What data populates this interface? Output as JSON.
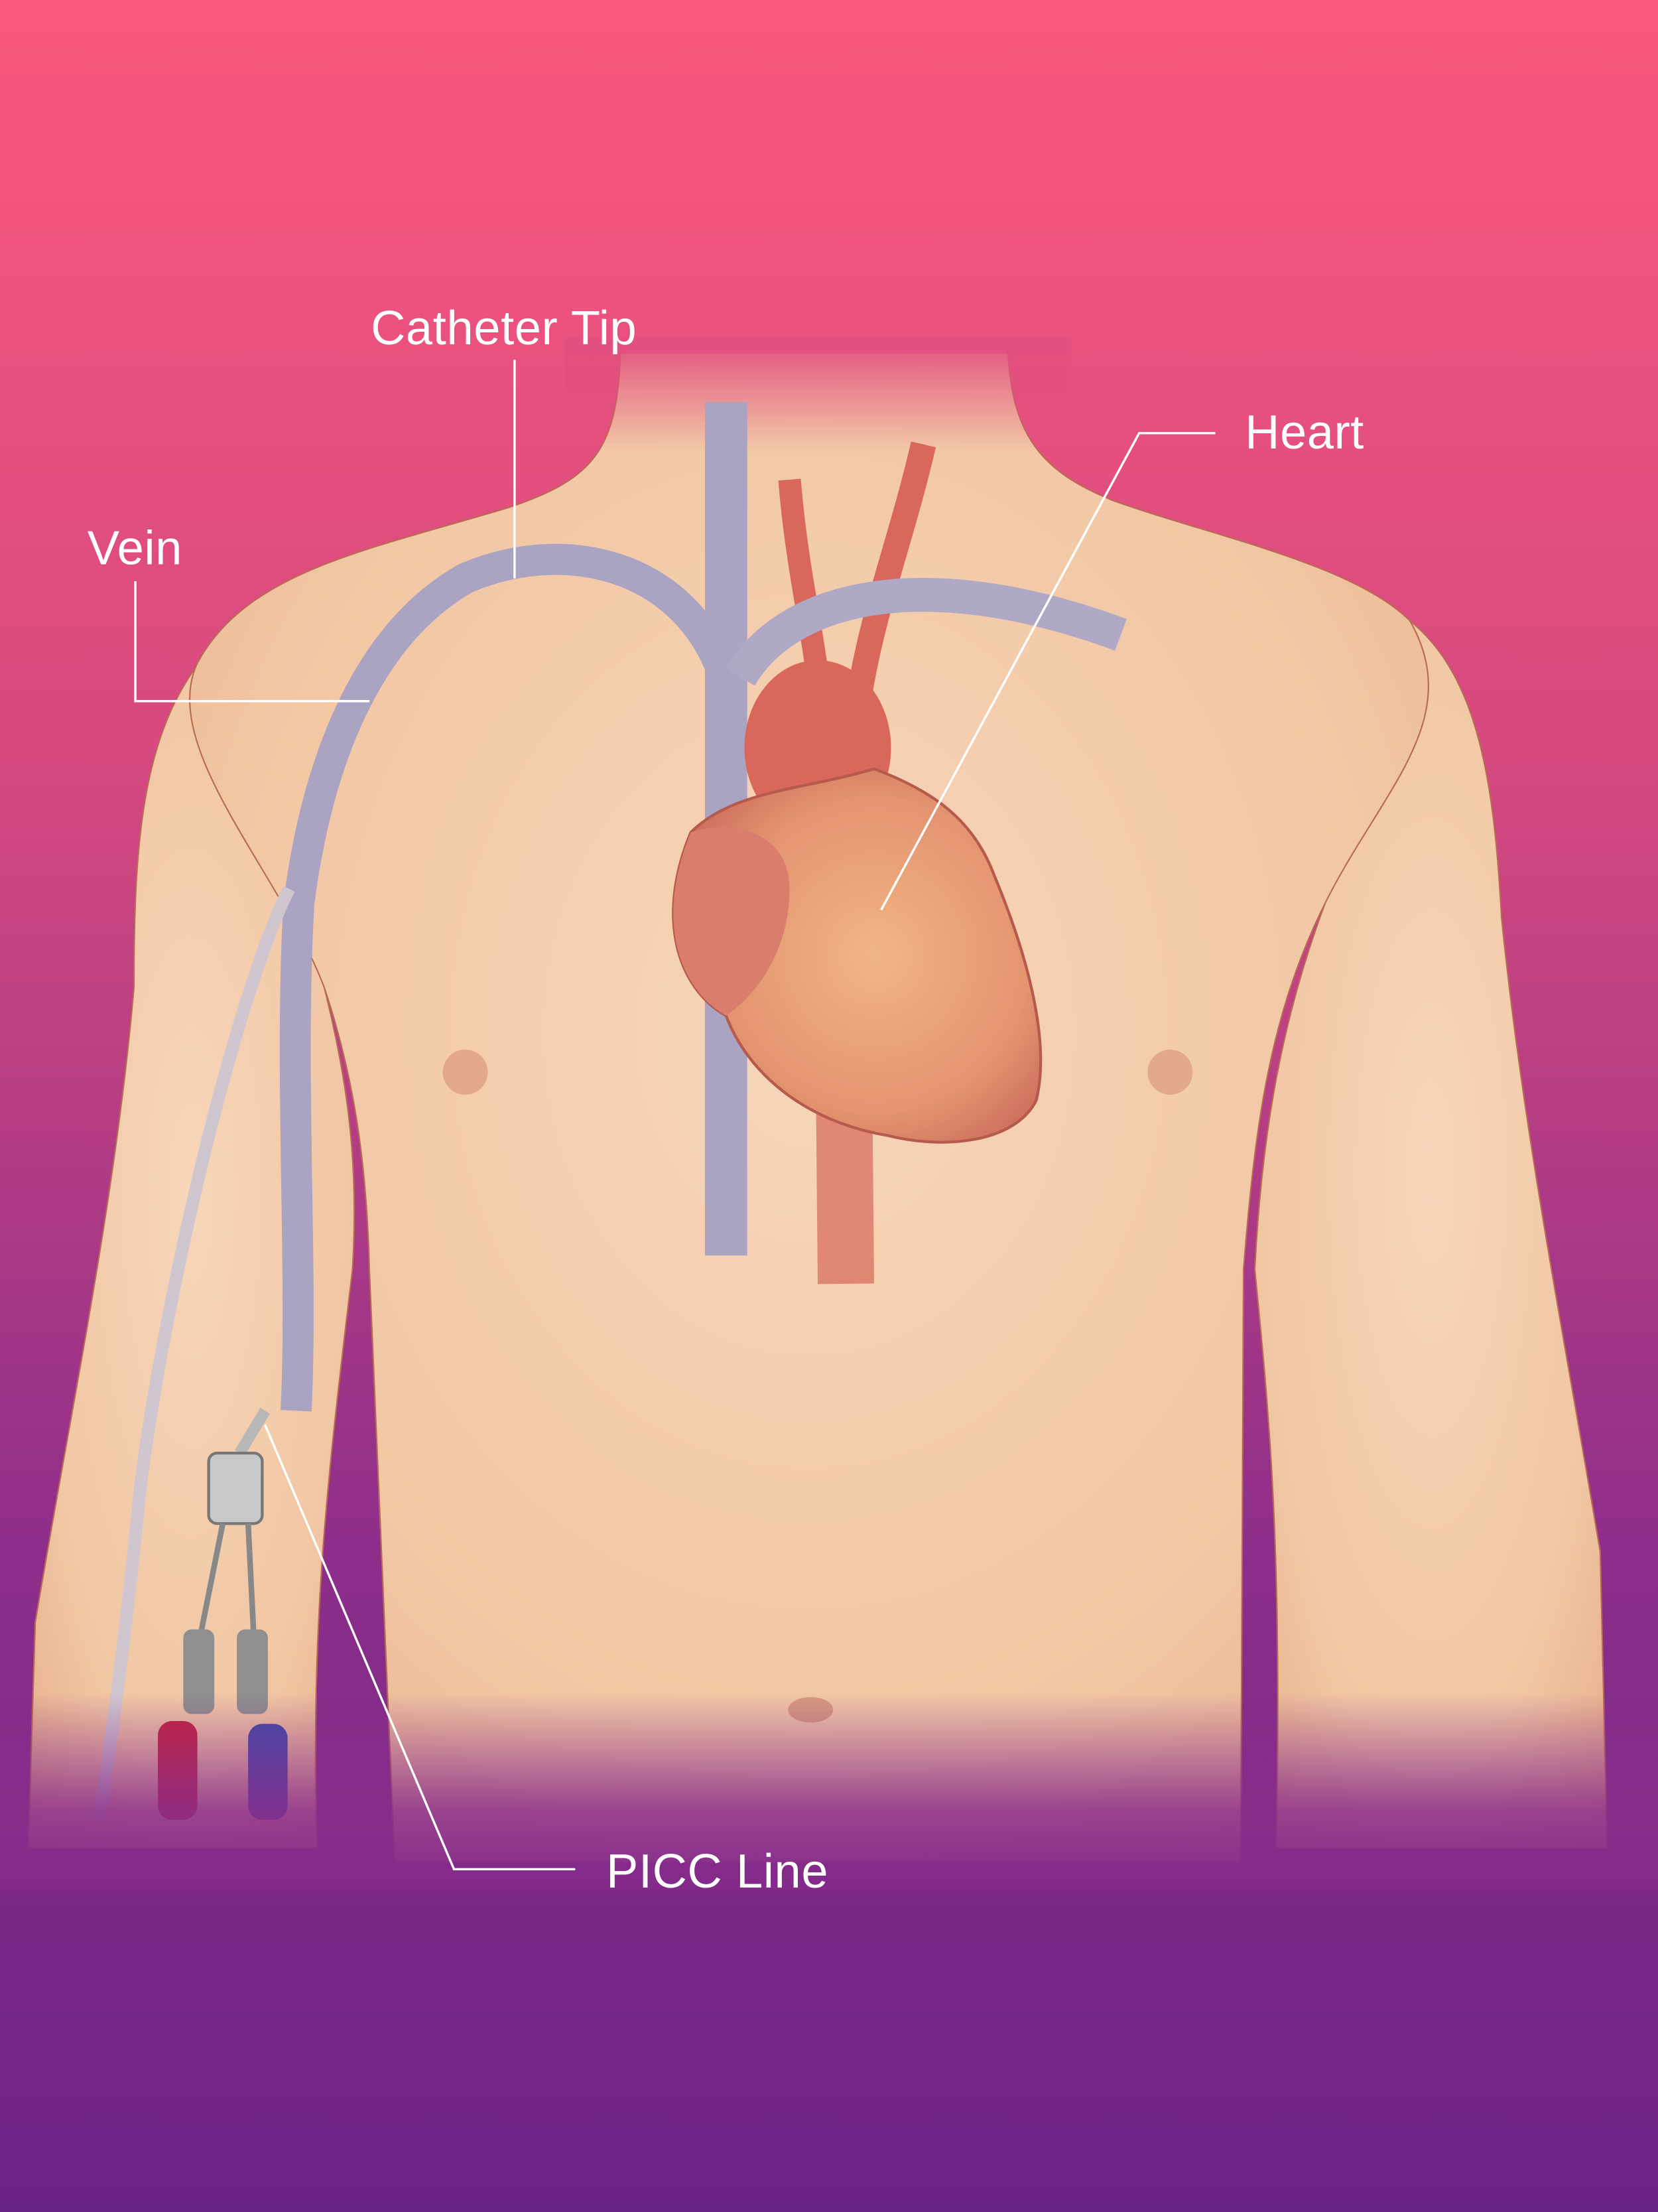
{
  "diagram": {
    "labels": {
      "catheter_tip": "Catheter Tip",
      "vein": "Vein",
      "heart": "Heart",
      "picc_line": "PICC Line"
    },
    "colors": {
      "background_top": "#fb587c",
      "background_bottom": "#6a2386",
      "skin": "#f3cba9",
      "vein": "#aaa3c2",
      "artery": "#d9675c",
      "heart": "#e99a7c",
      "lumen_red": "#c3233d",
      "lumen_blue": "#3f4aa8",
      "label": "#ffffff"
    }
  }
}
